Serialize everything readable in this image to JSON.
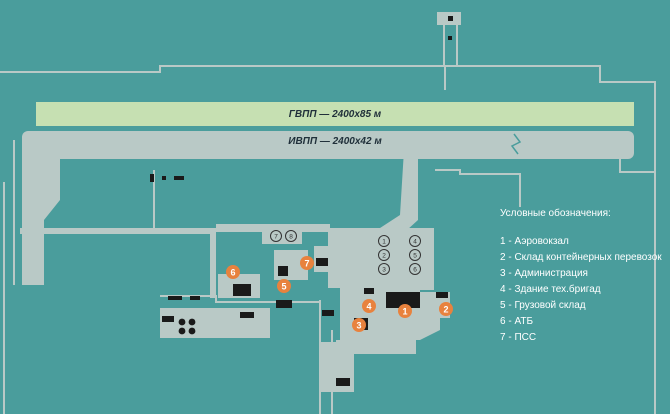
{
  "runways": {
    "gvpp_label": "ГВПП — 2400х85 м",
    "ivpp_label": "ИВПП — 2400х42 м"
  },
  "colors": {
    "background": "#4a9d9c",
    "apron": "#b9c9c6",
    "runway_main": "#c6e0b2",
    "building": "#1a1a1a",
    "marker": "#e8823e"
  },
  "markers": [
    "1",
    "2",
    "3",
    "4",
    "5",
    "6",
    "7"
  ],
  "stands": [
    "1",
    "2",
    "3",
    "4",
    "5",
    "6",
    "7",
    "8"
  ],
  "legend": {
    "title": "Условные обозначения:",
    "items": [
      "1 - Аэровокзал",
      "2 - Склад контейнерных перевозок",
      "3 - Администрация",
      "4 - Здание тех.бригад",
      "5 - Грузовой склад",
      "6 - АТБ",
      "7 - ПСС"
    ]
  }
}
